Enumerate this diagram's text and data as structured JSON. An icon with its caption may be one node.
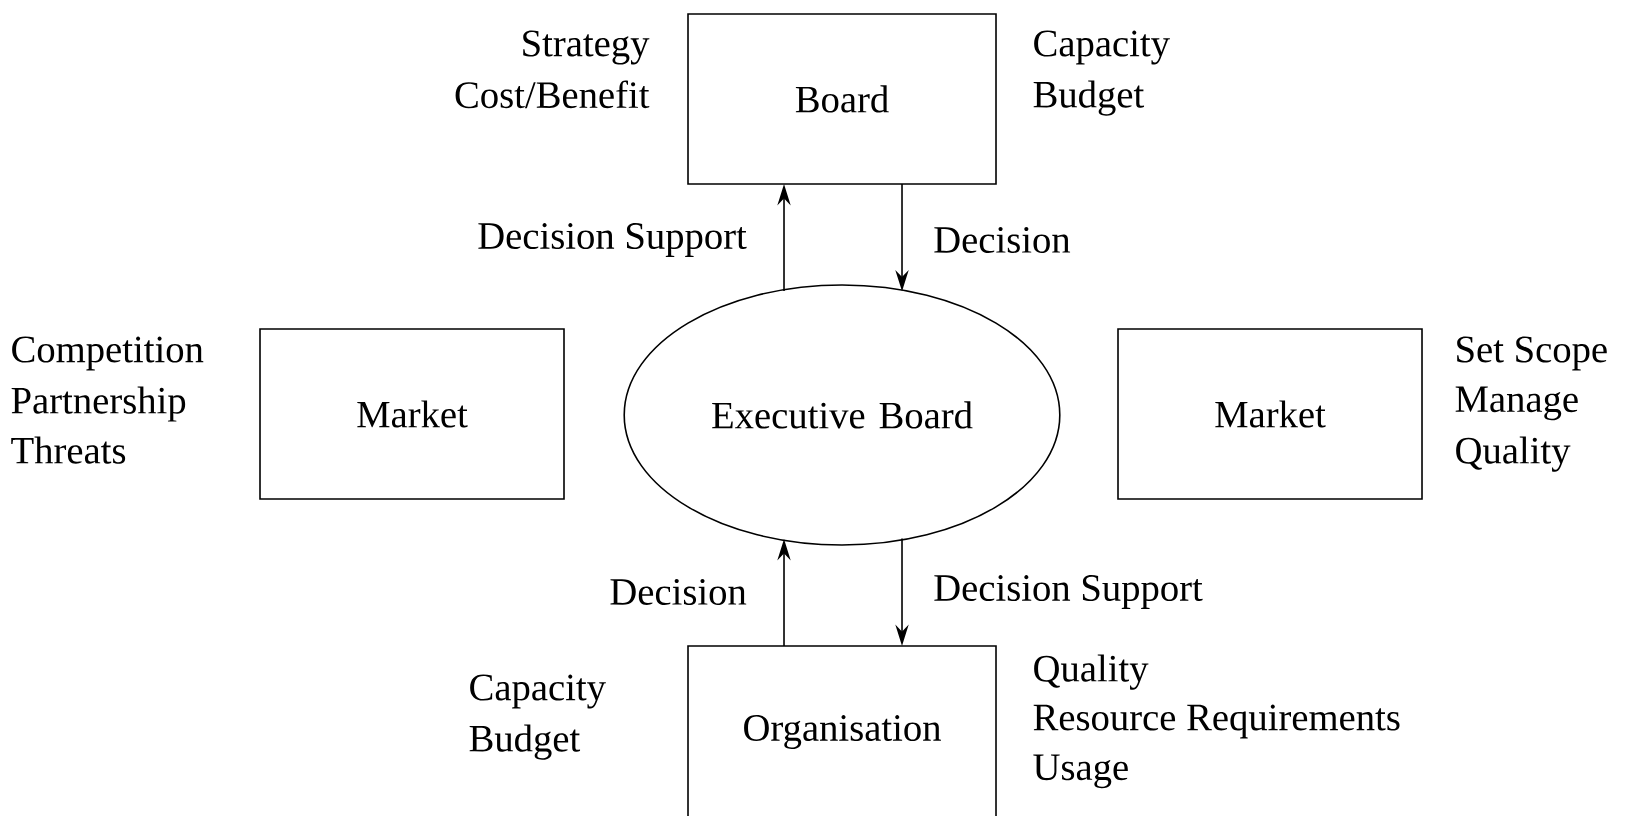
{
  "diagram": {
    "nodes": [
      {
        "text": [
          "Board"
        ],
        "beside": [
          "Strategy",
          "Cost/Benefit",
          "Capacity",
          "Budget"
        ]
      },
      {
        "text": [
          "Market"
        ],
        "beside": [
          "Competition",
          "Partnership",
          "Threats"
        ]
      },
      {
        "text": [
          "Executive Board"
        ]
      },
      {
        "text": [
          "Market"
        ],
        "beside": [
          "Set Scope",
          "Manage",
          "Quality"
        ]
      },
      {
        "text": [
          "Organisation"
        ],
        "beside": [
          "Capacity",
          "Budget",
          "Quality",
          "Resource Requirements",
          "Usage"
        ]
      }
    ],
    "edges": [
      {
        "from": 2,
        "to": 0,
        "arrow": "to",
        "label": "Decision Support"
      },
      {
        "from": 0,
        "to": 2,
        "arrow": "to",
        "label": "Decision"
      },
      {
        "from": 4,
        "to": 2,
        "arrow": "to",
        "label": "Decision"
      },
      {
        "from": 2,
        "to": 4,
        "arrow": "to",
        "label": "Decision Support"
      }
    ]
  }
}
